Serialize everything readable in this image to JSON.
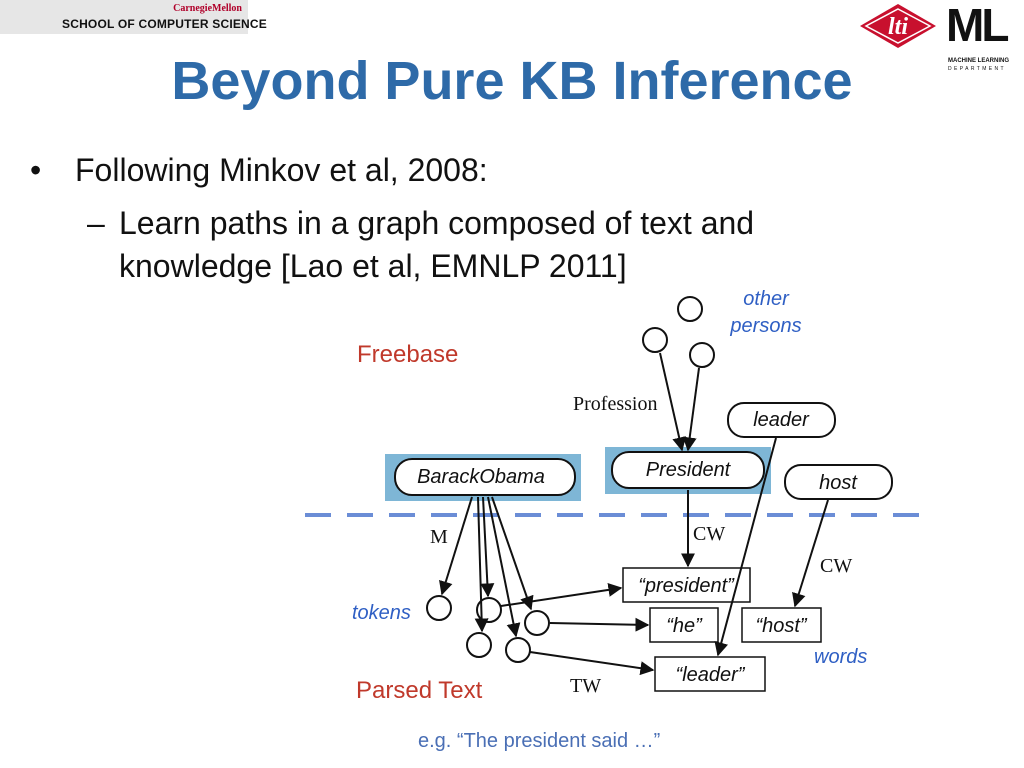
{
  "header": {
    "cmu_top": "CarnegieMellon",
    "school": "SCHOOL OF COMPUTER SCIENCE",
    "lti_logo": "lti",
    "ml_logo": "ML",
    "ml_line1": "MACHINE LEARNING",
    "ml_line2": "DEPARTMENT"
  },
  "title": "Beyond Pure KB Inference",
  "bullets": {
    "bullet_glyph": "•",
    "b1": "Following Minkov et al, 2008:",
    "dash_glyph": "–",
    "b2_line1": "Learn paths in a graph composed of text and",
    "b2_line2": "knowledge [Lao et al, EMNLP 2011]"
  },
  "diagram": {
    "other_persons_1": "other",
    "other_persons_2": "persons",
    "freebase": "Freebase",
    "profession": "Profession",
    "leader_node": "leader",
    "barack_obama": "BarackObama",
    "president_node": "President",
    "host_node": "host",
    "m_label": "M",
    "cw_label_1": "CW",
    "cw_label_2": "CW",
    "president_word": "“president”",
    "tokens": "tokens",
    "he_word": "“he”",
    "host_word": "“host”",
    "words": "words",
    "leader_word": "“leader”",
    "parsed_text": "Parsed Text",
    "tw_label": "TW",
    "example": "e.g.  “The president said  …”"
  },
  "colors": {
    "title_blue": "#2e6aa8",
    "highlight_box": "#7eb6d6",
    "dashed_line": "#6b8dd6",
    "label_red": "#c0392b",
    "italic_blue": "#2f5fc4",
    "example_blue": "#4a6fb5"
  }
}
